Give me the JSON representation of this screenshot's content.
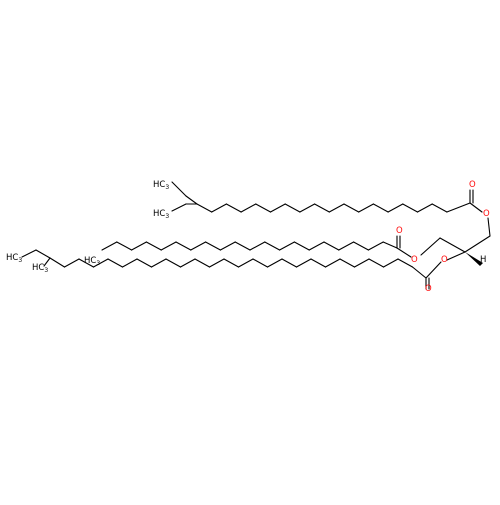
{
  "colors": {
    "carbon": "#000000",
    "oxygen": "#ff0d0d",
    "background": "#ffffff"
  },
  "labels": {
    "methyl_h": "H",
    "methyl_c": "C",
    "methyl_sub": "3",
    "oxygen": "O",
    "stereo_h": "H"
  }
}
